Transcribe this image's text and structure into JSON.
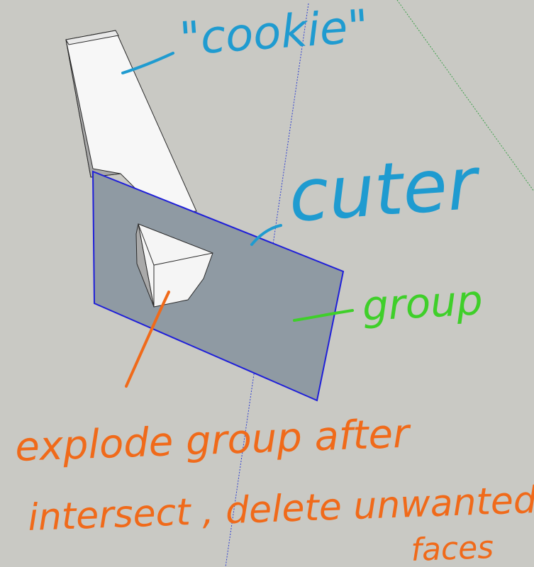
{
  "viewport": {
    "background": "#c9c9c4",
    "axis_blue": "#2f3fd0",
    "axis_green": "#3da04a"
  },
  "model": {
    "cookie_color": "#f6f6f6",
    "cutter_color": "#8f9aa3",
    "edge_color": "#1f1fd8"
  },
  "annotations": {
    "cookie_label": "\"cookie\"",
    "cutter_label": "cuter",
    "group_label": "group",
    "explode_line1": "explode group after",
    "explode_line2": "intersect , delete unwanted",
    "explode_line3": "faces",
    "colors": {
      "cookie": "#1f9bd0",
      "cutter": "#1f9bd0",
      "group": "#3fcf2a",
      "explode": "#f06a1a"
    }
  }
}
